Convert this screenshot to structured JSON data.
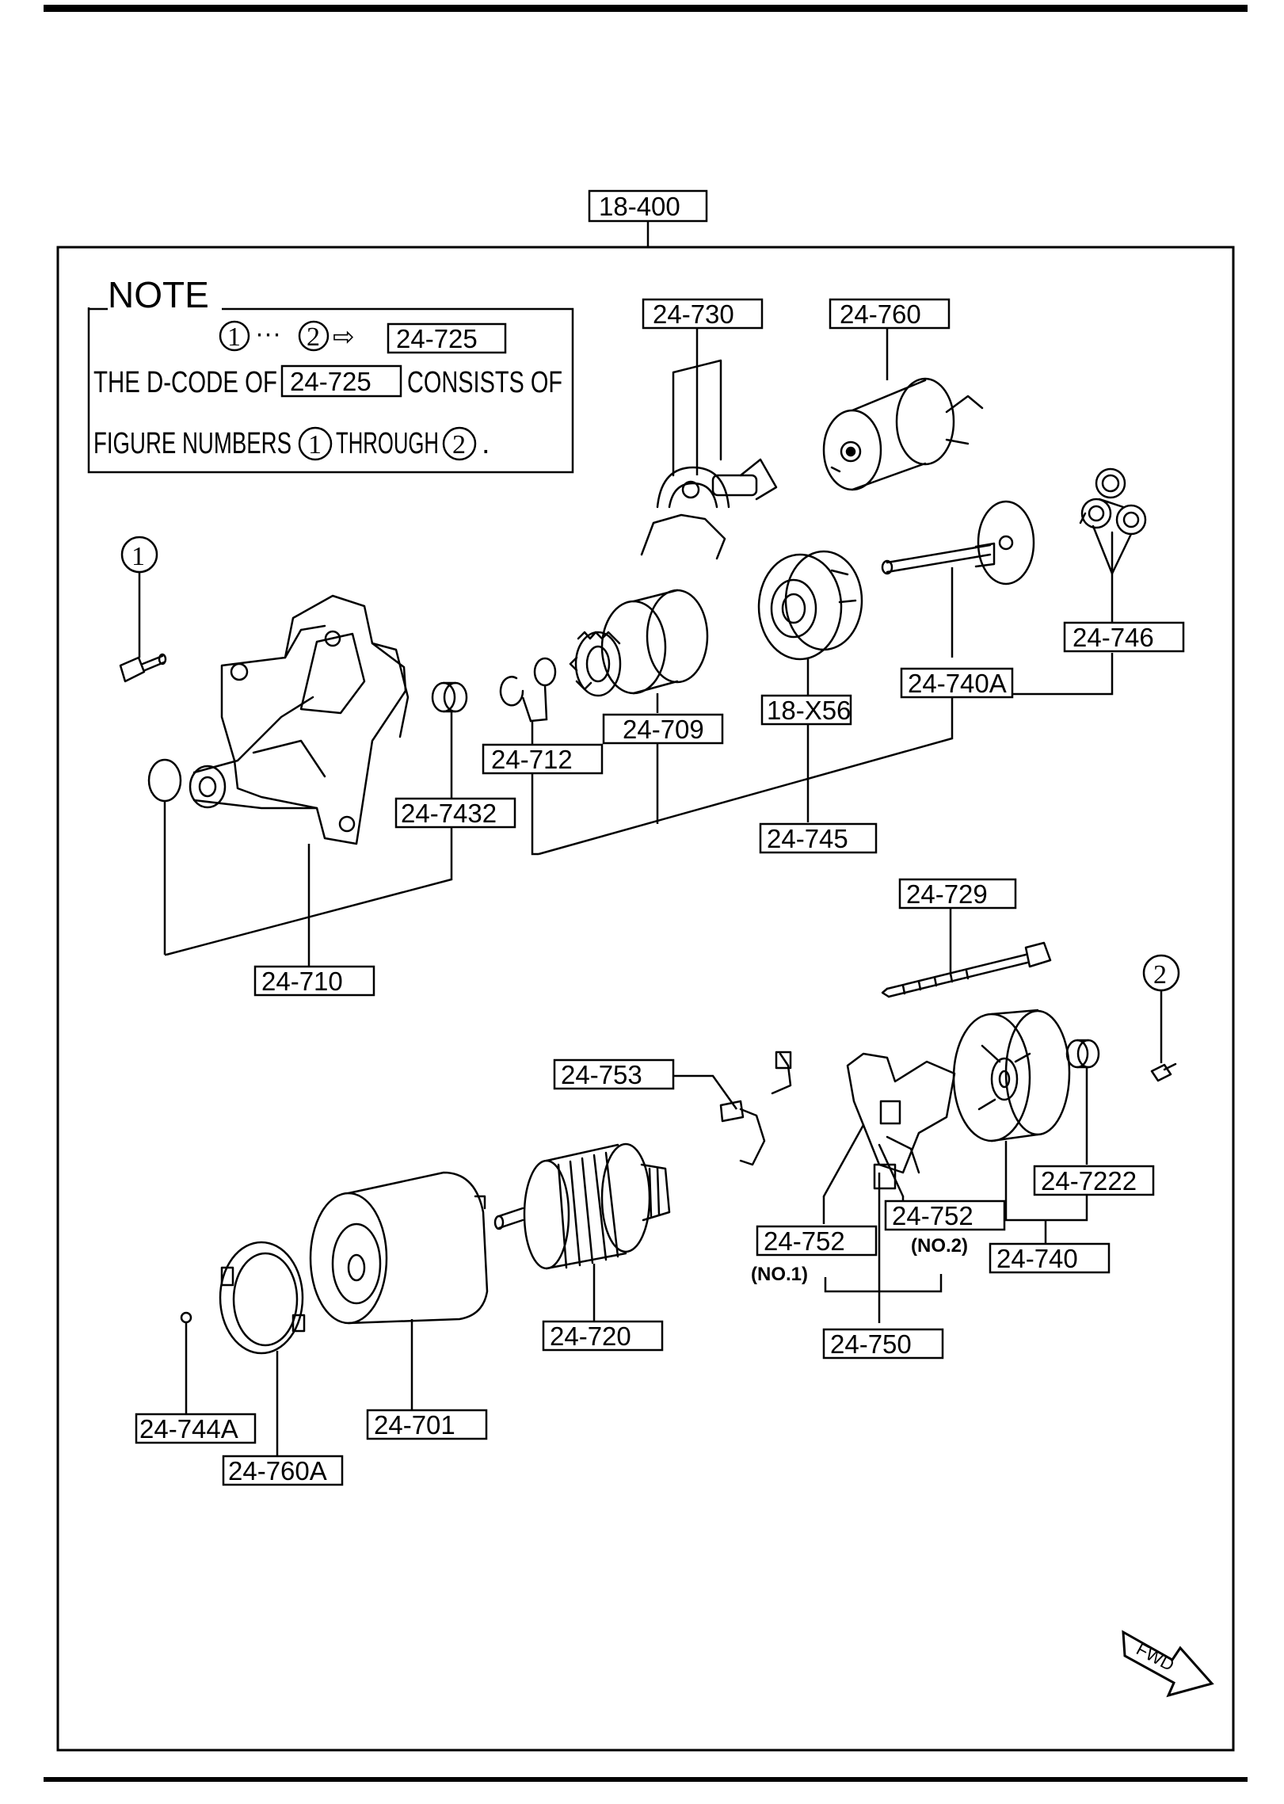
{
  "diagram": {
    "top_ref": "18-400",
    "note": {
      "title": "NOTE",
      "circle_start": "1",
      "ellipsis": "···",
      "circle_end": "2",
      "arrow": "⇨",
      "range_code": "24-725",
      "line1_pre": "THE D-CODE OF",
      "line1_code": "24-725",
      "line1_post": "CONSISTS OF",
      "line2_pre": "FIGURE NUMBERS",
      "line2_circle_a": "1",
      "line2_mid": "THROUGH",
      "line2_circle_b": "2",
      "line2_end": "."
    },
    "callouts": {
      "c1": "1",
      "c2": "2"
    },
    "labels": {
      "l_24_730": "24-730",
      "l_24_760": "24-760",
      "l_24_746": "24-746",
      "l_24_740A": "24-740A",
      "l_18_X56": "18-X56",
      "l_24_709": "24-709",
      "l_24_712": "24-712",
      "l_24_7432": "24-7432",
      "l_24_745": "24-745",
      "l_24_710": "24-710",
      "l_24_729": "24-729",
      "l_24_753": "24-753",
      "l_24_7222": "24-7222",
      "l_24_752a": "24-752",
      "l_24_752b": "24-752",
      "l_no1": "(NO.1)",
      "l_no2": "(NO.2)",
      "l_24_740": "24-740",
      "l_24_720": "24-720",
      "l_24_750": "24-750",
      "l_24_744A": "24-744A",
      "l_24_701": "24-701",
      "l_24_760A": "24-760A"
    },
    "fwd": "FWD"
  }
}
